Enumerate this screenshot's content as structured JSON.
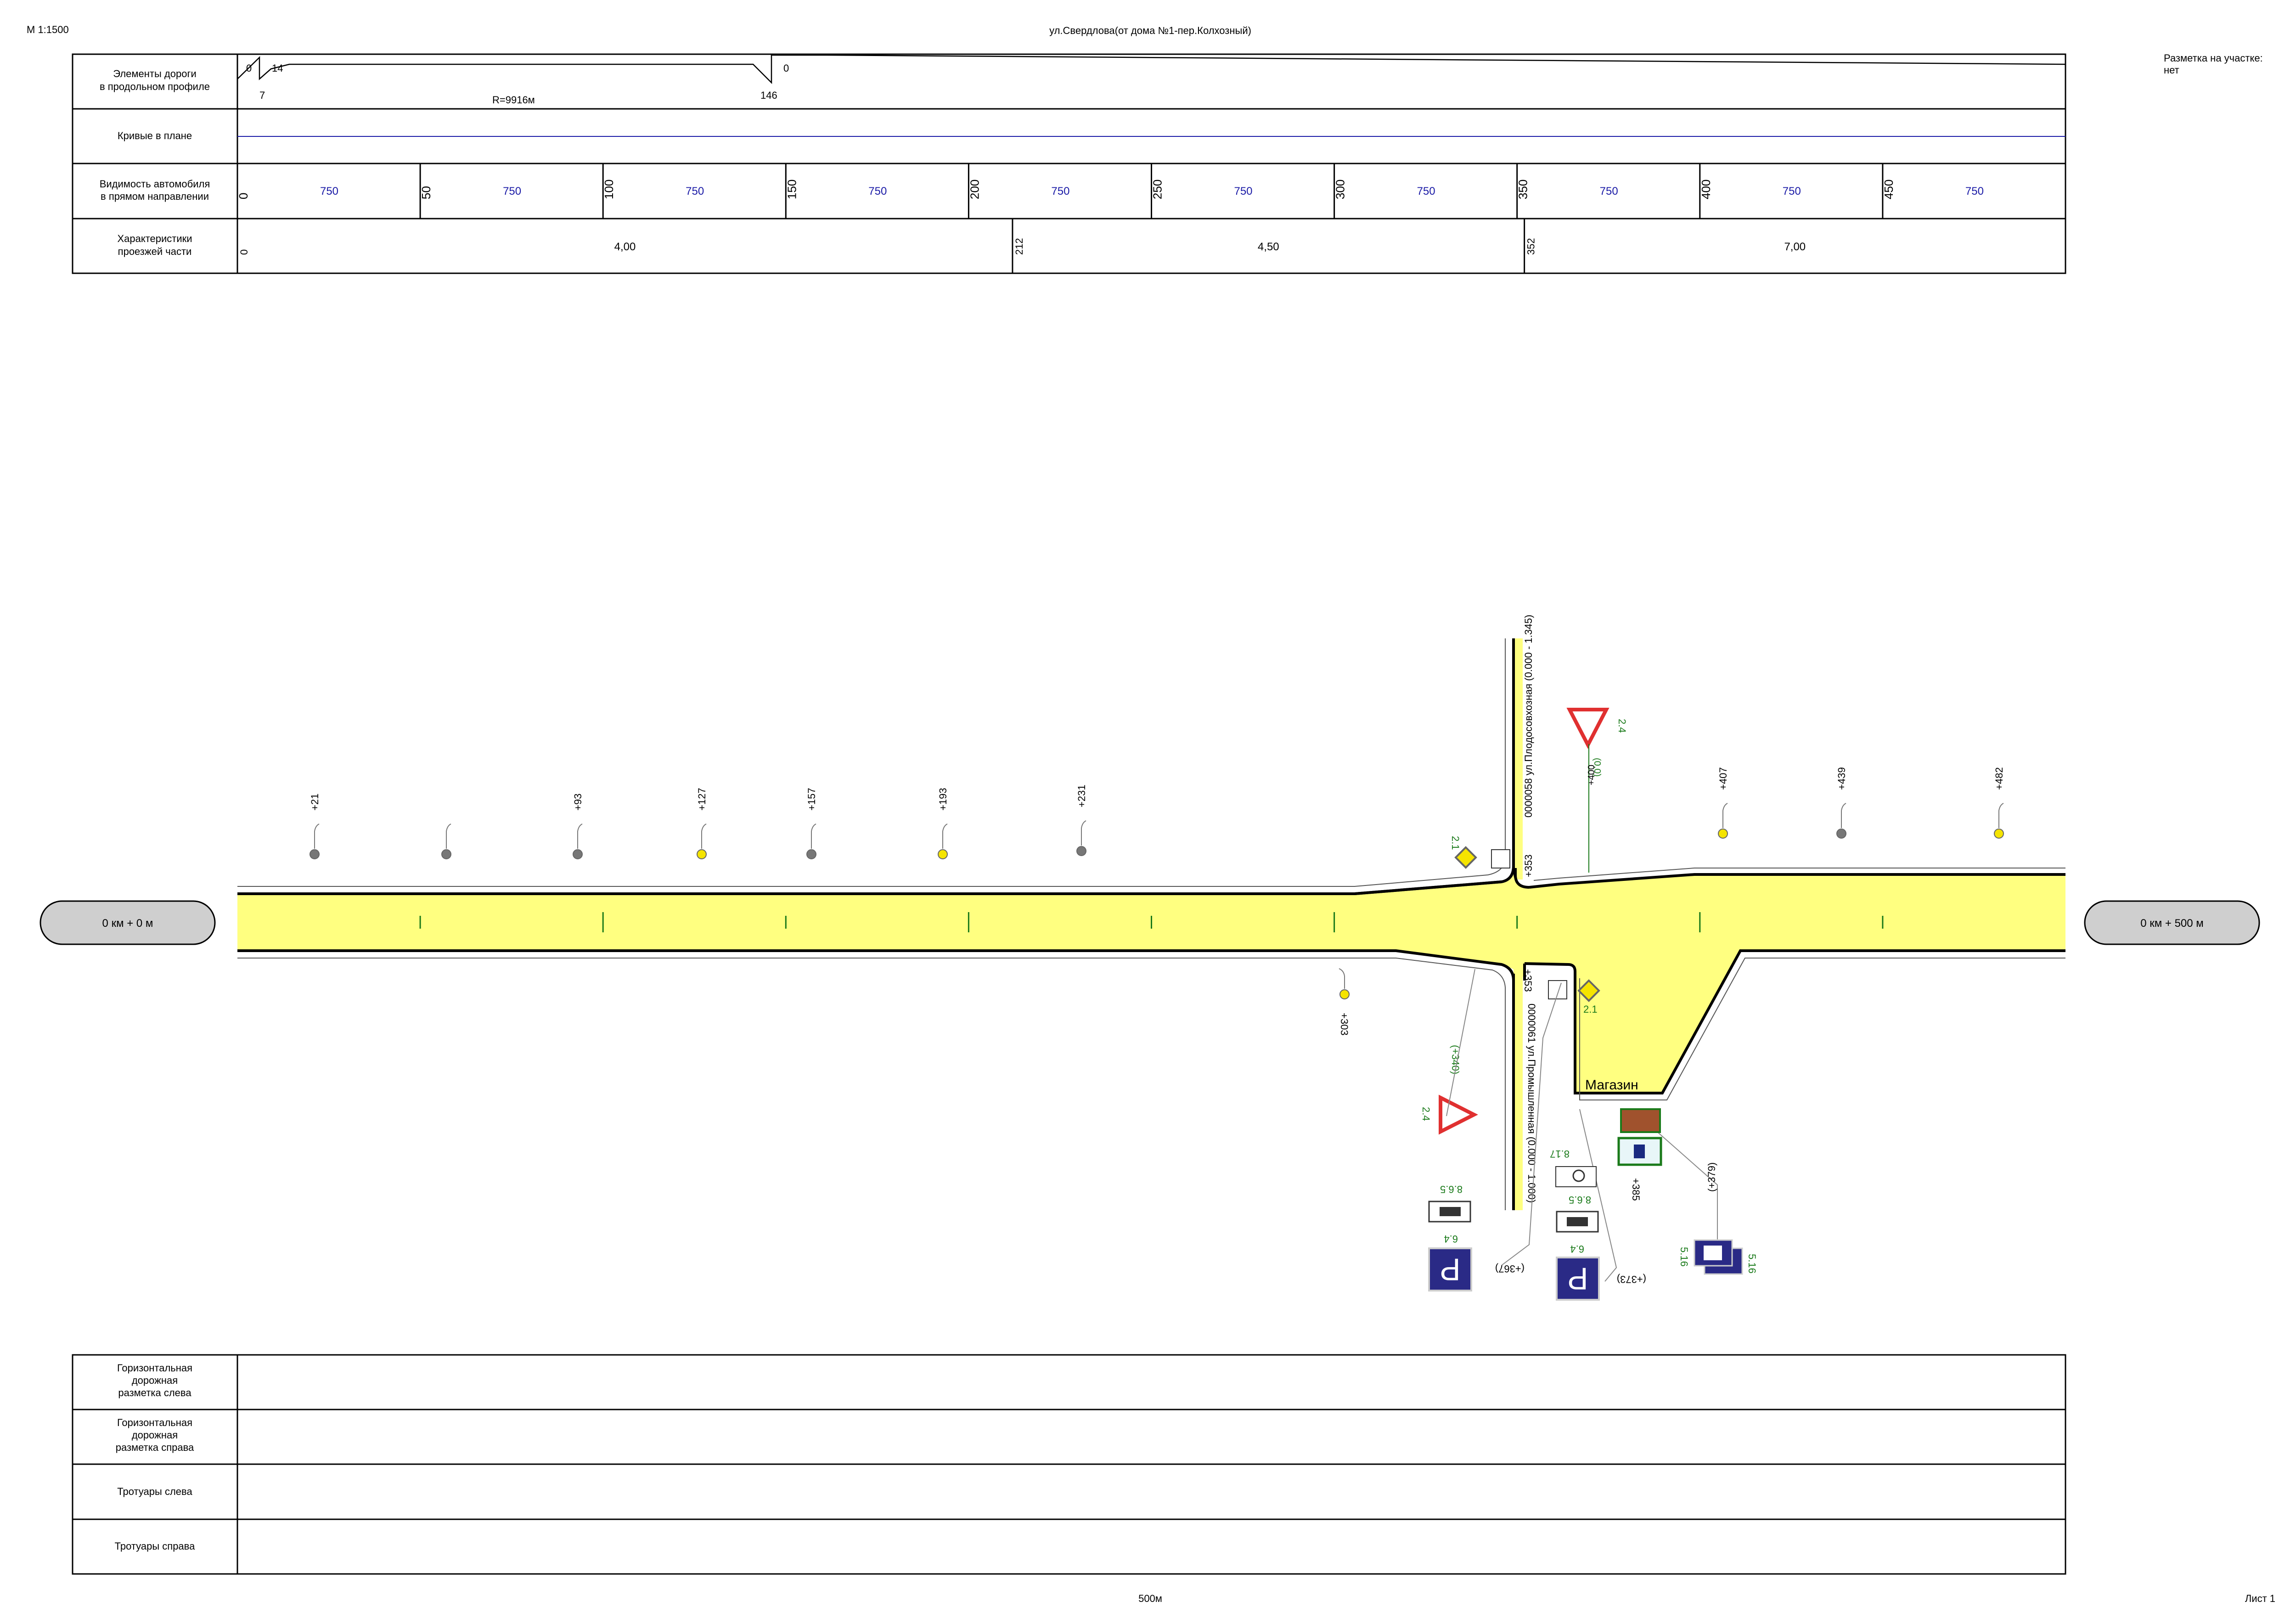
{
  "header": {
    "scale": "М 1:1500",
    "title": "ул.Свердлова(от дома №1-пер.Колхозный)",
    "marking_label": "Разметка на участке:",
    "marking_value": "нет"
  },
  "top_table": {
    "rows": [
      {
        "label_l1": "Элементы дороги",
        "label_l2": "в продольном профиле"
      },
      {
        "label_l1": "Кривые в плане",
        "label_l2": ""
      },
      {
        "label_l1": "Видимость автомобиля",
        "label_l2": "в прямом направлении"
      },
      {
        "label_l1": "Характеристики",
        "label_l2": "проезжей части"
      }
    ],
    "profile": {
      "n0": "0",
      "n14": "14",
      "n7": "7",
      "radius": "R=9916м",
      "n146": "146",
      "n0b": "0"
    },
    "visibility": {
      "stations": [
        "0",
        "50",
        "100",
        "150",
        "200",
        "250",
        "300",
        "350",
        "400",
        "450"
      ],
      "values": [
        "750",
        "750",
        "750",
        "750",
        "750",
        "750",
        "750",
        "750",
        "750",
        "750"
      ]
    },
    "carriageway": {
      "stations": [
        "0",
        "212",
        "352"
      ],
      "widths": [
        "4,00",
        "4,50",
        "7,00"
      ]
    }
  },
  "plan": {
    "start_label": "0 км + 0 м",
    "end_label": "0 км + 500 м",
    "lights_top": [
      {
        "label": "+21",
        "color": "#777777"
      },
      {
        "label": "",
        "color": "#777777"
      },
      {
        "label": "+93",
        "color": "#777777"
      },
      {
        "label": "+127",
        "color": "#f5e400"
      },
      {
        "label": "+157",
        "color": "#777777"
      },
      {
        "label": "+193",
        "color": "#f5e400"
      },
      {
        "label": "+231",
        "color": "#777777"
      },
      {
        "label": "+407",
        "color": "#f5e400"
      },
      {
        "label": "+439",
        "color": "#777777"
      },
      {
        "label": "+482",
        "color": "#f5e400"
      }
    ],
    "light_bottom": {
      "label": "+303",
      "color": "#f5e400"
    },
    "side_road_north": "0000058 ул.Плодосовхозная (0.000 - 1.345)",
    "side_road_south": "0000061 ул.Промышленная (0.000 - 1.000)",
    "station_353_top": "+353",
    "station_353_bottom": "+353",
    "station_400": "+400",
    "station_0": "(0,0)",
    "sign_2_4_n": "2.4",
    "sign_2_1_n": "2.1",
    "sign_2_1_s": "2.1",
    "sign_2_4_s": "2.4",
    "sign_340": "(+340)",
    "shop": "Магазин",
    "sign_8_17": "8.17",
    "sign_8_6_5_a": "8.6.5",
    "sign_8_6_5_b": "8.6.5",
    "sign_6_4_a": "6.4",
    "sign_6_4_b": "6.4",
    "sign_385": "+385",
    "sign_379": "(+379)",
    "sign_5_16_a": "5.16",
    "sign_5_16_b": "5.16",
    "sign_367": "(+367)",
    "sign_373": "(+373)",
    "parking_letter": "P"
  },
  "bottom_table": {
    "rows": [
      {
        "l1": "Горизонтальная",
        "l2": "дорожная",
        "l3": "разметка слева"
      },
      {
        "l1": "Горизонтальная",
        "l2": "дорожная",
        "l3": "разметка справа"
      },
      {
        "l1": "Тротуары слева",
        "l2": "",
        "l3": ""
      },
      {
        "l1": "Тротуары справа",
        "l2": "",
        "l3": ""
      }
    ]
  },
  "footer": {
    "length": "500м",
    "sheet": "Лист 1"
  }
}
